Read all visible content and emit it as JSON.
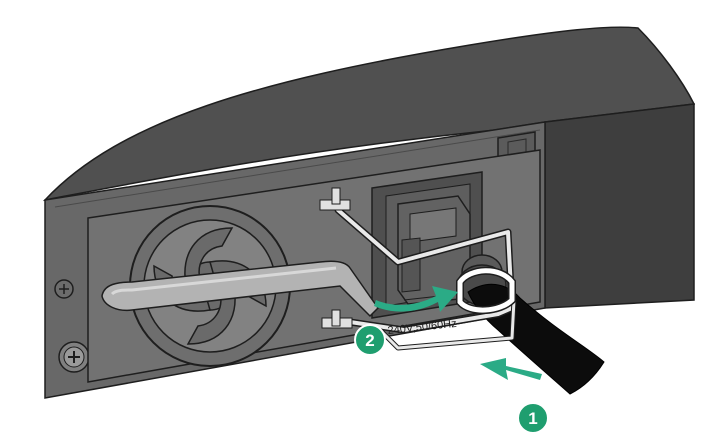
{
  "figure": {
    "rating_label": "240V;50/60Hz",
    "steps": [
      {
        "number": "1"
      },
      {
        "number": "2"
      }
    ]
  },
  "colors": {
    "chassis_top": "#505050",
    "chassis_front": "#6a6a6a",
    "edge": "#1e1e1e",
    "arrow": "#2bab86",
    "callout": "#1f9e6f",
    "cable": "#0c0c0c",
    "bail": "#e9e9e9"
  }
}
